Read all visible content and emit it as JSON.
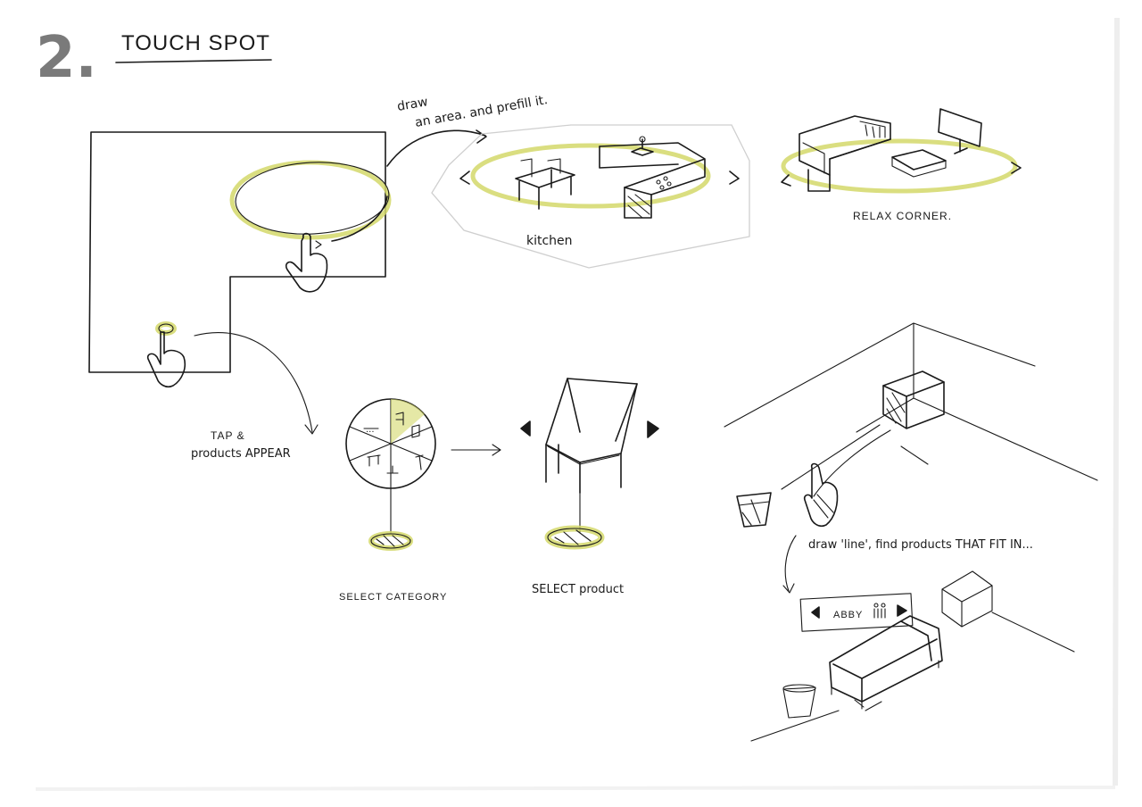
{
  "colors": {
    "ink": "#1a1a1a",
    "highlight": "#d4d86a",
    "big_number": "#7a7a7a",
    "panel_border": "#cfcfcf"
  },
  "header": {
    "number": "2.",
    "title": "TOUCH SPOT"
  },
  "notes": {
    "draw_area_line1": "draw",
    "draw_area_line2": "an area. and prefill it.",
    "tap_line1": "TAP &",
    "tap_line2": "products APPEAR",
    "draw_line": "draw 'line', find products THAT FIT IN..."
  },
  "panels": {
    "kitchen_label": "kitchen",
    "relax_label": "RELAX CORNER."
  },
  "steps": {
    "select_category": "SELECT CATEGORY",
    "select_product": "SELECT product"
  },
  "product_bar": {
    "name": "ABBY"
  },
  "icons": [
    "hand-pointer-icon",
    "chevron-left-icon",
    "chevron-right-icon",
    "table-icon",
    "chair-icon",
    "sofa-icon",
    "tv-icon",
    "cube-icon",
    "basket-icon",
    "category-wheel-icon",
    "person-icon"
  ]
}
